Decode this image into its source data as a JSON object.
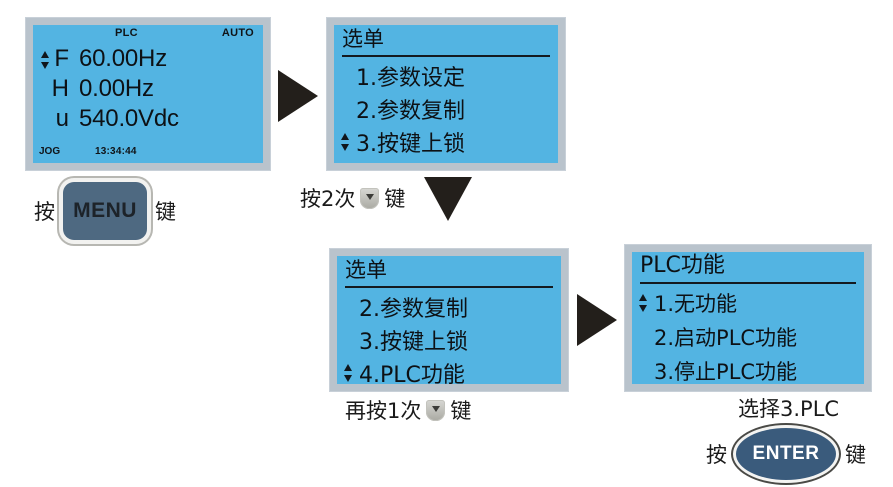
{
  "doc": {
    "title": "PLC Function Keypad Navigation Flow",
    "background_color": "#ffffff",
    "lcd_screen_color": "#53b4e2",
    "lcd_bezel_color": "#b9c3cc",
    "arrow_color": "#231f1b"
  },
  "panel_status": {
    "name": "status-screen",
    "top_left_label": "PLC",
    "top_right_label": "AUTO",
    "rows": [
      {
        "symbol": "F",
        "value": "60.00Hz"
      },
      {
        "symbol": "H",
        "value": "0.00Hz"
      },
      {
        "symbol": "u",
        "value": "540.0Vdc"
      }
    ],
    "bottom_left_label": "JOG",
    "bottom_time": "13:34:44",
    "selector_marker": "up-down-caret"
  },
  "step_menu_key": {
    "prefix": "按",
    "key_label": "MENU",
    "suffix": "键"
  },
  "panel_menu_1": {
    "name": "menu-screen-1",
    "title": "选单",
    "items": [
      {
        "marker": "",
        "label": "1.参数设定"
      },
      {
        "marker": "",
        "label": "2.参数复制"
      },
      {
        "marker": "up-down-caret",
        "label": "3.按键上锁"
      }
    ]
  },
  "step_down_twice": {
    "prefix": "按2次",
    "key_icon": "down-arrow-key",
    "suffix": "键"
  },
  "panel_menu_2": {
    "name": "menu-screen-2",
    "title": "选单",
    "items": [
      {
        "marker": "",
        "label": "2.参数复制"
      },
      {
        "marker": "",
        "label": "3.按键上锁"
      },
      {
        "marker": "up-down-caret",
        "label": "4.PLC功能"
      }
    ]
  },
  "step_down_once": {
    "prefix": "再按1次",
    "key_icon": "down-arrow-key",
    "suffix": "键"
  },
  "panel_plc": {
    "name": "plc-function-screen",
    "title": "PLC功能",
    "items": [
      {
        "marker": "up-down-caret",
        "label": "1.无功能"
      },
      {
        "marker": "",
        "label": "2.启动PLC功能"
      },
      {
        "marker": "",
        "label": "3.停止PLC功能"
      }
    ]
  },
  "step_select": {
    "text": "选择3.PLC"
  },
  "step_enter_key": {
    "prefix": "按",
    "key_label": "ENTER",
    "suffix": "键"
  }
}
